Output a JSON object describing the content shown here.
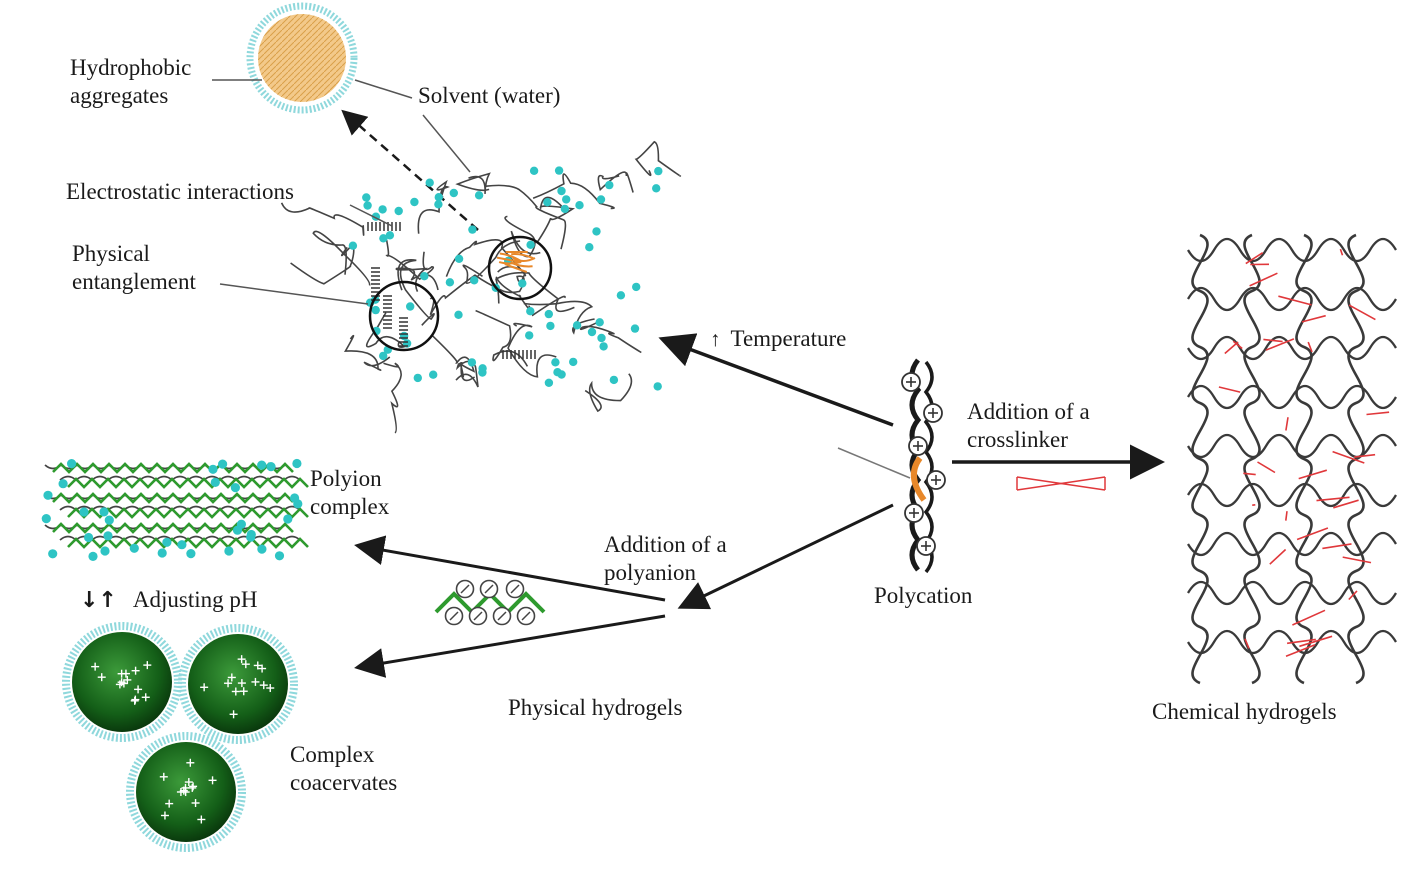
{
  "labels": {
    "hydrophobic": [
      "Hydrophobic",
      "aggregates"
    ],
    "solvent": "Solvent (water)",
    "electrostatic": "Electrostatic interactions",
    "physical_entanglement": [
      "Physical",
      "entanglement"
    ],
    "temperature": "Temperature",
    "crosslinker": [
      "Addition of a",
      "crosslinker"
    ],
    "polycation": "Polycation",
    "chemical_hydrogels": "Chemical hydrogels",
    "polyion_complex": [
      "Polyion",
      "complex"
    ],
    "adjusting_ph": "Adjusting pH",
    "polyanion": [
      "Addition of a",
      "polyanion"
    ],
    "physical_hydrogels": "Physical hydrogels",
    "complex_coacervates": [
      "Complex",
      "coacervates"
    ]
  },
  "symbols": {
    "temperature_arrow": "↑",
    "ph_arrows": "↓↑"
  },
  "colors": {
    "ink": "#2b2b2b",
    "cyan_dot": "#2ec4c4",
    "orange": "#e8882a",
    "aggregate_core": "#f3c98a",
    "crosslink_red": "#e0383b",
    "polyanion_green": "#2e9a2e",
    "coacervate_dark": "#0f5a14",
    "coacervate_light": "#3c9a3a"
  }
}
